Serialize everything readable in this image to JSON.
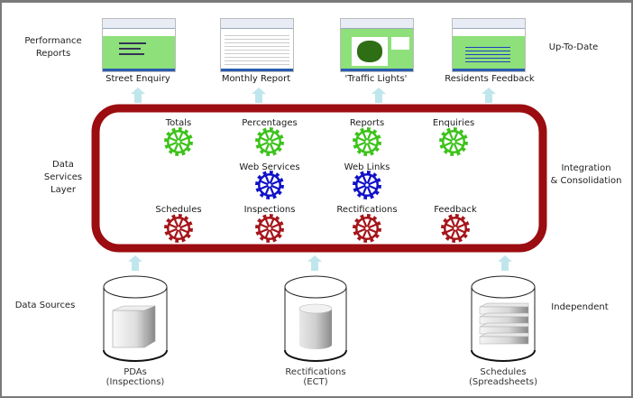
{
  "left_labels": {
    "performance_reports": [
      "Performance",
      "Reports"
    ],
    "data_services_layer": [
      "Data",
      "Services",
      "Layer"
    ],
    "data_sources": "Data Sources"
  },
  "right_labels": {
    "up_to_date": "Up-To-Date",
    "integration": [
      "Integration",
      "& Consolidation"
    ],
    "independent": "Independent"
  },
  "reports": [
    {
      "label": "Street Enquiry",
      "thumbnail": "green-web-page"
    },
    {
      "label": "Monthly Report",
      "thumbnail": "table-web-page"
    },
    {
      "label": "'Traffic Lights'",
      "thumbnail": "map-web-page"
    },
    {
      "label": "Residents Feedback",
      "thumbnail": "green-links-web-page"
    }
  ],
  "services": {
    "row1": [
      {
        "label": "Totals",
        "color": "#3cc21a"
      },
      {
        "label": "Percentages",
        "color": "#3cc21a"
      },
      {
        "label": "Reports",
        "color": "#3cc21a"
      },
      {
        "label": "Enquiries",
        "color": "#3cc21a"
      }
    ],
    "row2": [
      {
        "label": "Web Services",
        "color": "#1010c8"
      },
      {
        "label": "Web Links",
        "color": "#1010c8"
      }
    ],
    "row3": [
      {
        "label": "Schedules",
        "color": "#a5151a"
      },
      {
        "label": "Inspections",
        "color": "#a5151a"
      },
      {
        "label": "Rectifications",
        "color": "#a5151a"
      },
      {
        "label": "Feedback",
        "color": "#a5151a"
      }
    ]
  },
  "sources": [
    {
      "line1": "PDAs",
      "line2": "(Inspections)",
      "icon": "device-box"
    },
    {
      "line1": "Rectifications",
      "line2": "(ECT)",
      "icon": "cylinder-db"
    },
    {
      "line1": "Schedules",
      "line2": "(Spreadsheets)",
      "icon": "stacked-sheets"
    }
  ],
  "colors": {
    "accent_red": "#c0161c",
    "layer_border": "#9b0d10",
    "arrow": "#bfe6ec",
    "green_gear": "#3cc21a",
    "blue_gear": "#1010c8",
    "red_gear": "#a5151a"
  }
}
